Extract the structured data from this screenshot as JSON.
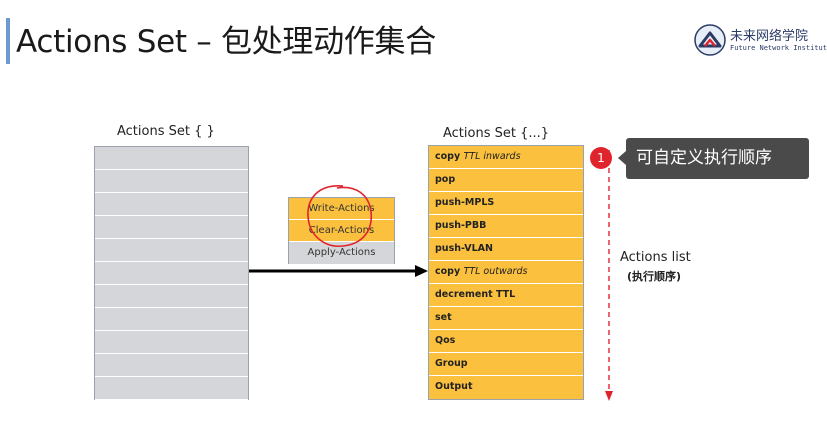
{
  "slide": {
    "title": "Actions Set – 包处理动作集合"
  },
  "logo": {
    "name_cn": "未来网络学院",
    "name_en": "Future Network Institute",
    "icon": "mountain-arrow-icon"
  },
  "left_table": {
    "label": "Actions Set { }",
    "row_count": 11
  },
  "instructions": {
    "items": [
      "Write-Actions",
      "Clear-Actions",
      "Apply-Actions"
    ]
  },
  "right_table": {
    "label": "Actions Set {...}",
    "rows": [
      {
        "bold": "copy ",
        "italic": "TTL inwards"
      },
      {
        "bold": "pop",
        "italic": ""
      },
      {
        "bold": "push-MPLS",
        "italic": ""
      },
      {
        "bold": "push-PBB",
        "italic": ""
      },
      {
        "bold": "push-VLAN",
        "italic": ""
      },
      {
        "bold": "copy ",
        "italic": "TTL outwards"
      },
      {
        "bold": "decrement TTL",
        "italic": ""
      },
      {
        "bold": "set",
        "italic": ""
      },
      {
        "bold": "Qos",
        "italic": ""
      },
      {
        "bold": "Group",
        "italic": ""
      },
      {
        "bold": "Output",
        "italic": ""
      }
    ]
  },
  "tooltip": {
    "badge": "1",
    "text": "可自定义执行顺序"
  },
  "actions_list": {
    "label": "Actions list",
    "sub": "(执行顺序)"
  },
  "colors": {
    "accent": "#6d9bd1",
    "action_fill": "#fbc13e",
    "grey_fill": "#d4d6d9",
    "annotation_red": "#e0242e",
    "tooltip_bg": "#4a4a4a"
  }
}
